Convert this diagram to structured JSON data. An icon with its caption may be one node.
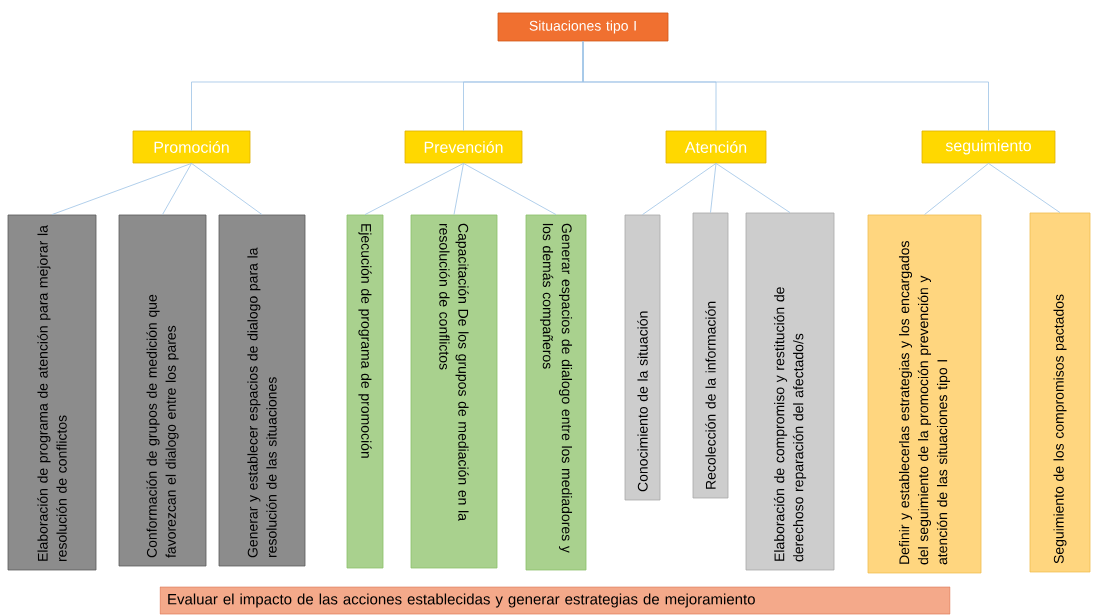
{
  "diagram": {
    "nodes": [
      {
        "text": [
          "Situaciones tipo I"
        ]
      },
      {
        "text": [
          "Promoción"
        ]
      },
      {
        "text": [
          "Prevención"
        ]
      },
      {
        "text": [
          "Atención"
        ]
      },
      {
        "text": [
          "seguimiento"
        ]
      },
      {
        "text": [
          "Elaboración de programa de atención para mejorar la resolución de conflictos"
        ]
      },
      {
        "text": [
          "Conformación de grupos de medición que favorezcan el dialogo entre los pares"
        ]
      },
      {
        "text": [
          "Generar y establecer espacios de dialogo para la resolución de las situaciones"
        ]
      },
      {
        "text": [
          "Ejecución de programa de promoción"
        ]
      },
      {
        "text": [
          "Capacitación De los grupos de mediación en la resolución de conflictos"
        ]
      },
      {
        "text": [
          "Generar espacios de dialogo entre los mediadores y los demás compañeros"
        ]
      },
      {
        "text": [
          "Conocimiento de la situación"
        ]
      },
      {
        "text": [
          "Recolección de la información"
        ]
      },
      {
        "text": [
          "Elaboración de compromiso y restitución de derechoso reparación del afectado/s"
        ]
      },
      {
        "text": [
          "Definir y establecerlas estrategias y los encargados del seguimiento de la promoción prevención y atención de las situaciones tipo I"
        ]
      },
      {
        "text": [
          "Seguimiento de los compromisos pactados"
        ]
      },
      {
        "text": [
          "Evaluar el impacto de las acciones establecidas y generar estrategias de mejoramiento"
        ]
      }
    ],
    "edges": [
      {
        "from": 0,
        "to": 1,
        "arrow": "none"
      },
      {
        "from": 0,
        "to": 2,
        "arrow": "none"
      },
      {
        "from": 0,
        "to": 3,
        "arrow": "none"
      },
      {
        "from": 0,
        "to": 4,
        "arrow": "none"
      },
      {
        "from": 1,
        "to": 5,
        "arrow": "none"
      },
      {
        "from": 1,
        "to": 6,
        "arrow": "none"
      },
      {
        "from": 1,
        "to": 7,
        "arrow": "none"
      },
      {
        "from": 2,
        "to": 8,
        "arrow": "none"
      },
      {
        "from": 2,
        "to": 9,
        "arrow": "none"
      },
      {
        "from": 2,
        "to": 10,
        "arrow": "none"
      },
      {
        "from": 3,
        "to": 11,
        "arrow": "none"
      },
      {
        "from": 3,
        "to": 12,
        "arrow": "none"
      },
      {
        "from": 3,
        "to": 13,
        "arrow": "none"
      },
      {
        "from": 4,
        "to": 14,
        "arrow": "none"
      },
      {
        "from": 4,
        "to": 15,
        "arrow": "none"
      }
    ]
  }
}
